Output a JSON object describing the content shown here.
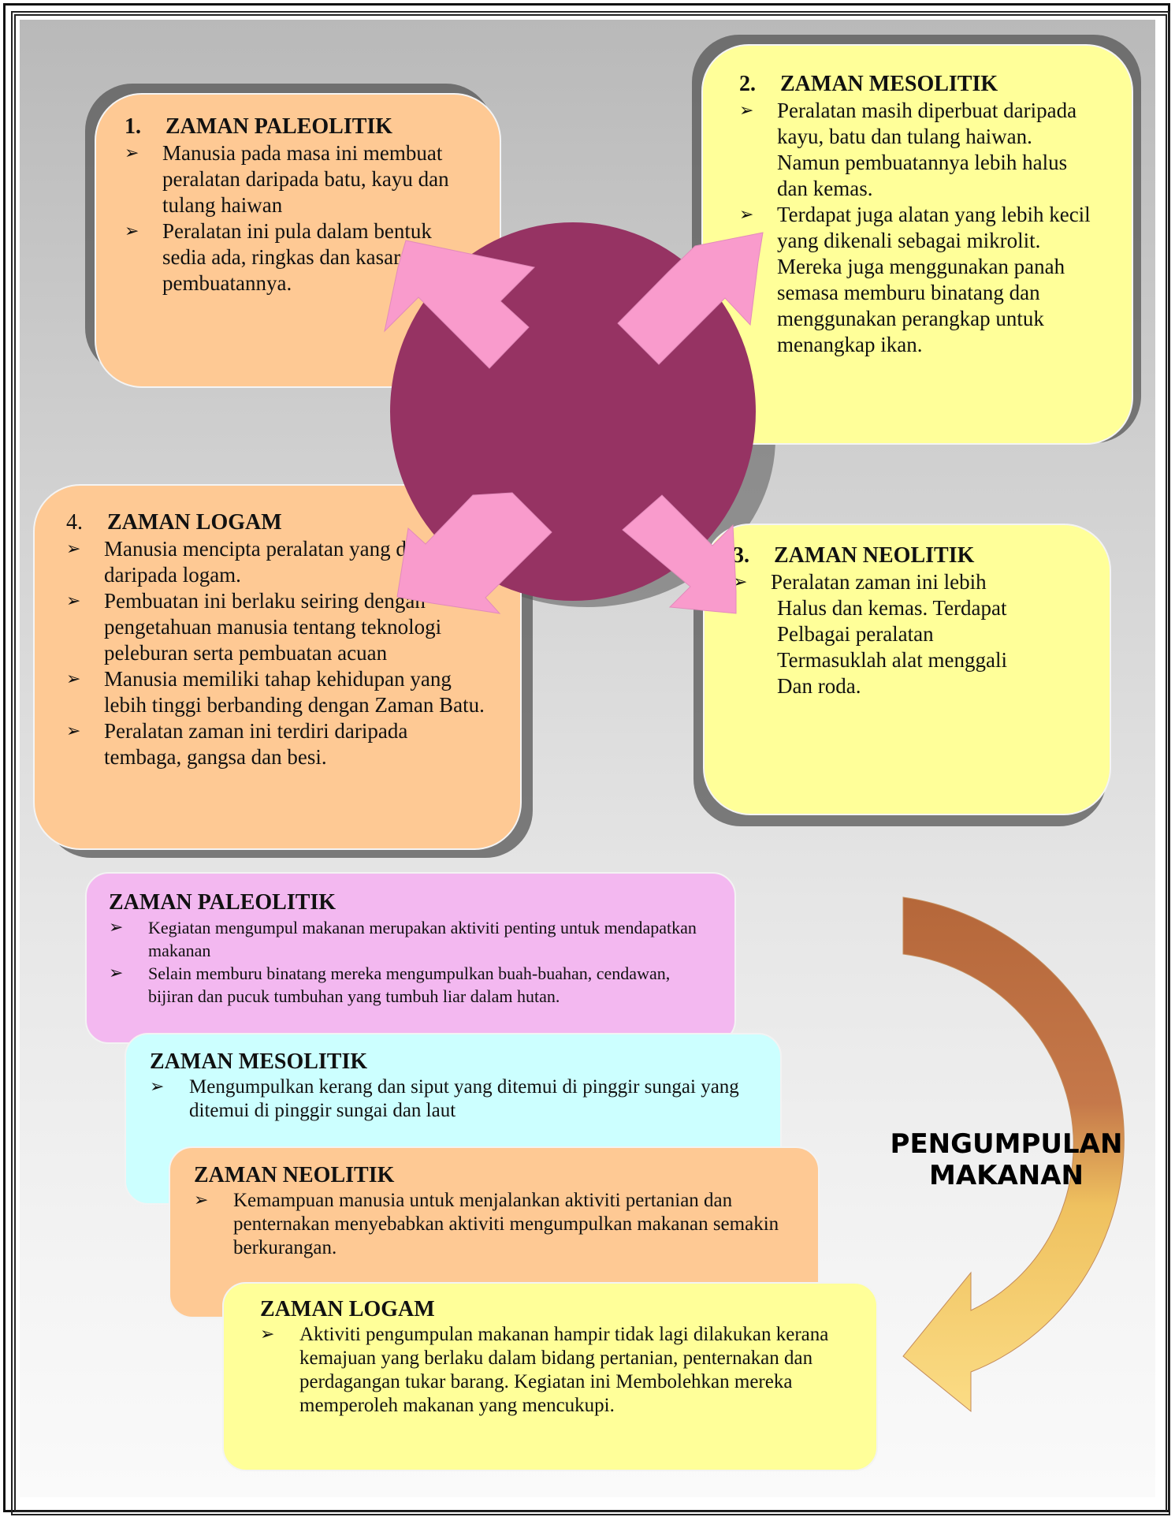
{
  "panels": {
    "paleolitik": {
      "num": "1.",
      "title": "ZAMAN PALEOLITIK",
      "bullets": [
        "Manusia pada masa ini membuat peralatan daripada batu, kayu dan tulang haiwan",
        "Peralatan ini pula dalam bentuk sedia ada, ringkas dan kasar pembuatannya."
      ]
    },
    "mesolitik": {
      "num": "2.",
      "title": "ZAMAN MESOLITIK",
      "bullets": [
        "Peralatan masih diperbuat daripada kayu, batu dan tulang haiwan. Namun pembuatannya lebih halus dan kemas.",
        "Terdapat juga alatan yang lebih kecil yang dikenali sebagai mikrolit.",
        "Mereka juga menggunakan panah semasa memburu binatang dan menggunakan perangkap untuk menangkap ikan."
      ]
    },
    "neolitik": {
      "num": "3.",
      "title": "ZAMAN NEOLITIK",
      "bullet": "Peralatan zaman ini lebih",
      "lines": [
        "Halus dan kemas. Terdapat",
        "Pelbagai peralatan",
        "Termasuklah alat menggali",
        "Dan roda."
      ]
    },
    "logam": {
      "num": "4.",
      "title": "ZAMAN LOGAM",
      "bullets": [
        "Manusia mencipta peralatan yang diperbuat daripada logam.",
        "Pembuatan ini berlaku seiring dengan pengetahuan manusia tentang teknologi peleburan serta pembuatan acuan",
        "Manusia memiliki tahap kehidupan yang lebih tinggi berbanding dengan Zaman Batu.",
        "Peralatan zaman ini terdiri daripada tembaga, gangsa dan besi."
      ]
    }
  },
  "food": {
    "label": "PENGUMPULAN MAKANAN",
    "paleolitik": {
      "title": "ZAMAN PALEOLITIK",
      "bullets": [
        "Kegiatan mengumpul makanan merupakan aktiviti penting untuk mendapatkan makanan",
        "Selain memburu binatang mereka mengumpulkan buah-buahan, cendawan, bijiran dan pucuk tumbuhan yang tumbuh liar dalam hutan."
      ]
    },
    "mesolitik": {
      "title": "ZAMAN MESOLITIK",
      "bullets": [
        "Mengumpulkan kerang dan siput yang ditemui di pinggir sungai yang ditemui di pinggir sungai dan laut"
      ]
    },
    "neolitik": {
      "title": "ZAMAN NEOLITIK",
      "bullets": [
        " Kemampuan manusia untuk menjalankan aktiviti pertanian dan penternakan menyebabkan aktiviti mengumpulkan makanan semakin berkurangan."
      ]
    },
    "logam": {
      "title": "ZAMAN LOGAM",
      "bullets": [
        "Aktiviti pengumpulan makanan hampir tidak lagi dilakukan kerana kemajuan yang berlaku dalam bidang pertanian, penternakan dan perdagangan tukar barang. Kegiatan ini Membolehkan mereka memperoleh makanan yang mencukupi."
      ]
    }
  },
  "colors": {
    "orange": "#fec994",
    "yellow": "#ffff99",
    "pink": "#f3b8f0",
    "cyan": "#ccffff",
    "circle": "#963363",
    "arrow": "#f99bcc",
    "curve_top": "#b5673a",
    "curve_bottom": "#fbdc85"
  }
}
